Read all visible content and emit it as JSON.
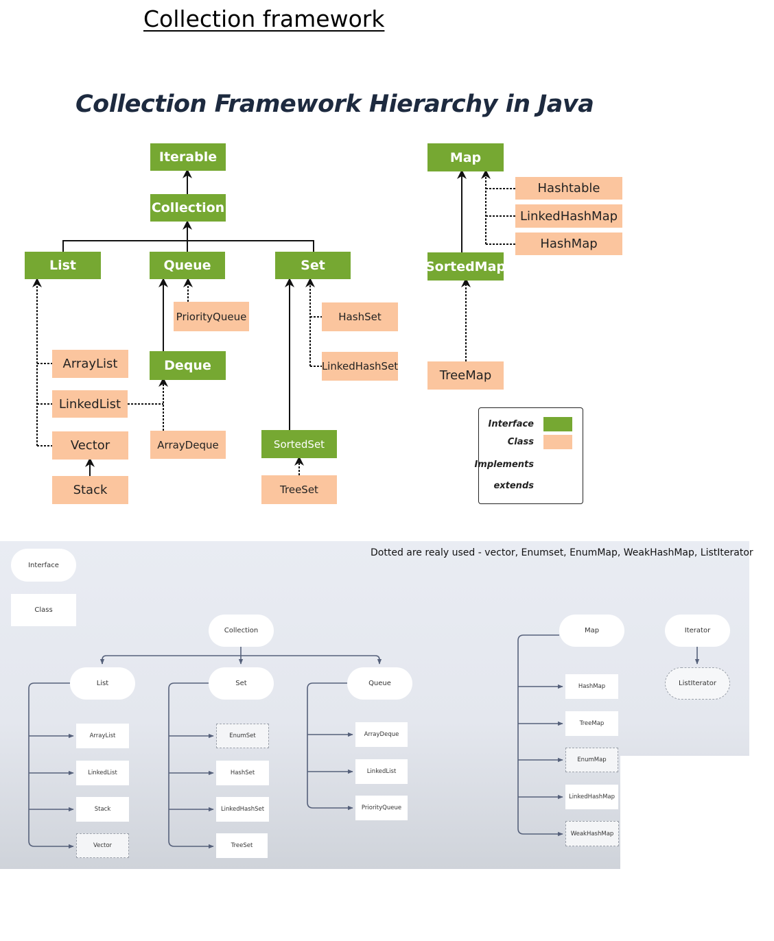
{
  "page_title": "Collection framework",
  "hierarchy": {
    "heading": "Collection Framework Hierarchy in Java",
    "interfaces": {
      "iterable": "Iterable",
      "collection": "Collection",
      "list": "List",
      "queue": "Queue",
      "set": "Set",
      "deque": "Deque",
      "sorted_set": "SortedSet",
      "map": "Map",
      "sorted_map": "SortedMap"
    },
    "classes": {
      "priority_queue": "PriorityQueue",
      "array_list": "ArrayList",
      "linked_list": "LinkedList",
      "vector": "Vector",
      "stack": "Stack",
      "array_deque": "ArrayDeque",
      "hash_set": "HashSet",
      "linked_hash_set": "LinkedHashSet",
      "tree_set": "TreeSet",
      "hashtable": "Hashtable",
      "linked_hash_map": "LinkedHashMap",
      "hash_map": "HashMap",
      "tree_map": "TreeMap"
    },
    "legend": {
      "interface": "Interface",
      "class": "Class",
      "implements": "Implements",
      "extends": "extends"
    },
    "colors": {
      "interface": "#76a832",
      "class": "#fbc59e"
    }
  },
  "simplified": {
    "note": "Dotted are realy used - vector, Enumset, EnumMap, WeakHashMap, ListIterator",
    "legend": {
      "interface": "Interface",
      "class": "Class"
    },
    "collection": "Collection",
    "list": {
      "label": "List",
      "children": [
        "ArrayList",
        "LinkedList",
        "Stack",
        "Vector"
      ]
    },
    "set": {
      "label": "Set",
      "children": [
        "EnumSet",
        "HashSet",
        "LinkedHashSet",
        "TreeSet"
      ]
    },
    "queue": {
      "label": "Queue",
      "children": [
        "ArrayDeque",
        "LinkedList",
        "PriorityQueue"
      ]
    },
    "map": {
      "label": "Map",
      "children": [
        "HashMap",
        "TreeMap",
        "EnumMap",
        "LinkedHashMap",
        "WeakHashMap"
      ]
    },
    "iterator": {
      "label": "Iterator",
      "child": "ListIterator"
    }
  }
}
